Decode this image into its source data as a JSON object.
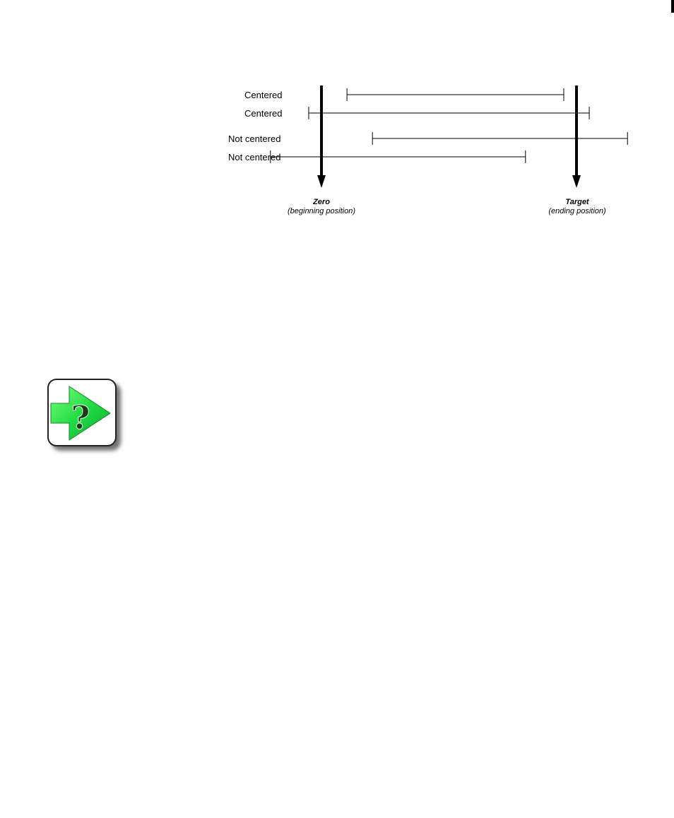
{
  "diagram": {
    "rows": [
      {
        "label": "Centered",
        "start": 0.1,
        "end": 0.95
      },
      {
        "label": "Centered",
        "start": -0.05,
        "end": 1.05
      },
      {
        "label": "Not centered",
        "start": 0.2,
        "end": 1.2
      },
      {
        "label": "Not centered",
        "start": -0.2,
        "end": 0.8
      }
    ],
    "zero": {
      "title": "Zero",
      "subtitle": "(beginning position)"
    },
    "target": {
      "title": "Target",
      "subtitle": "(ending position)"
    }
  },
  "icons": {
    "note": "green-arrow-question-icon"
  },
  "colors": {
    "line": "#000000",
    "icon_green": "#22dd44",
    "icon_border": "#222222"
  }
}
